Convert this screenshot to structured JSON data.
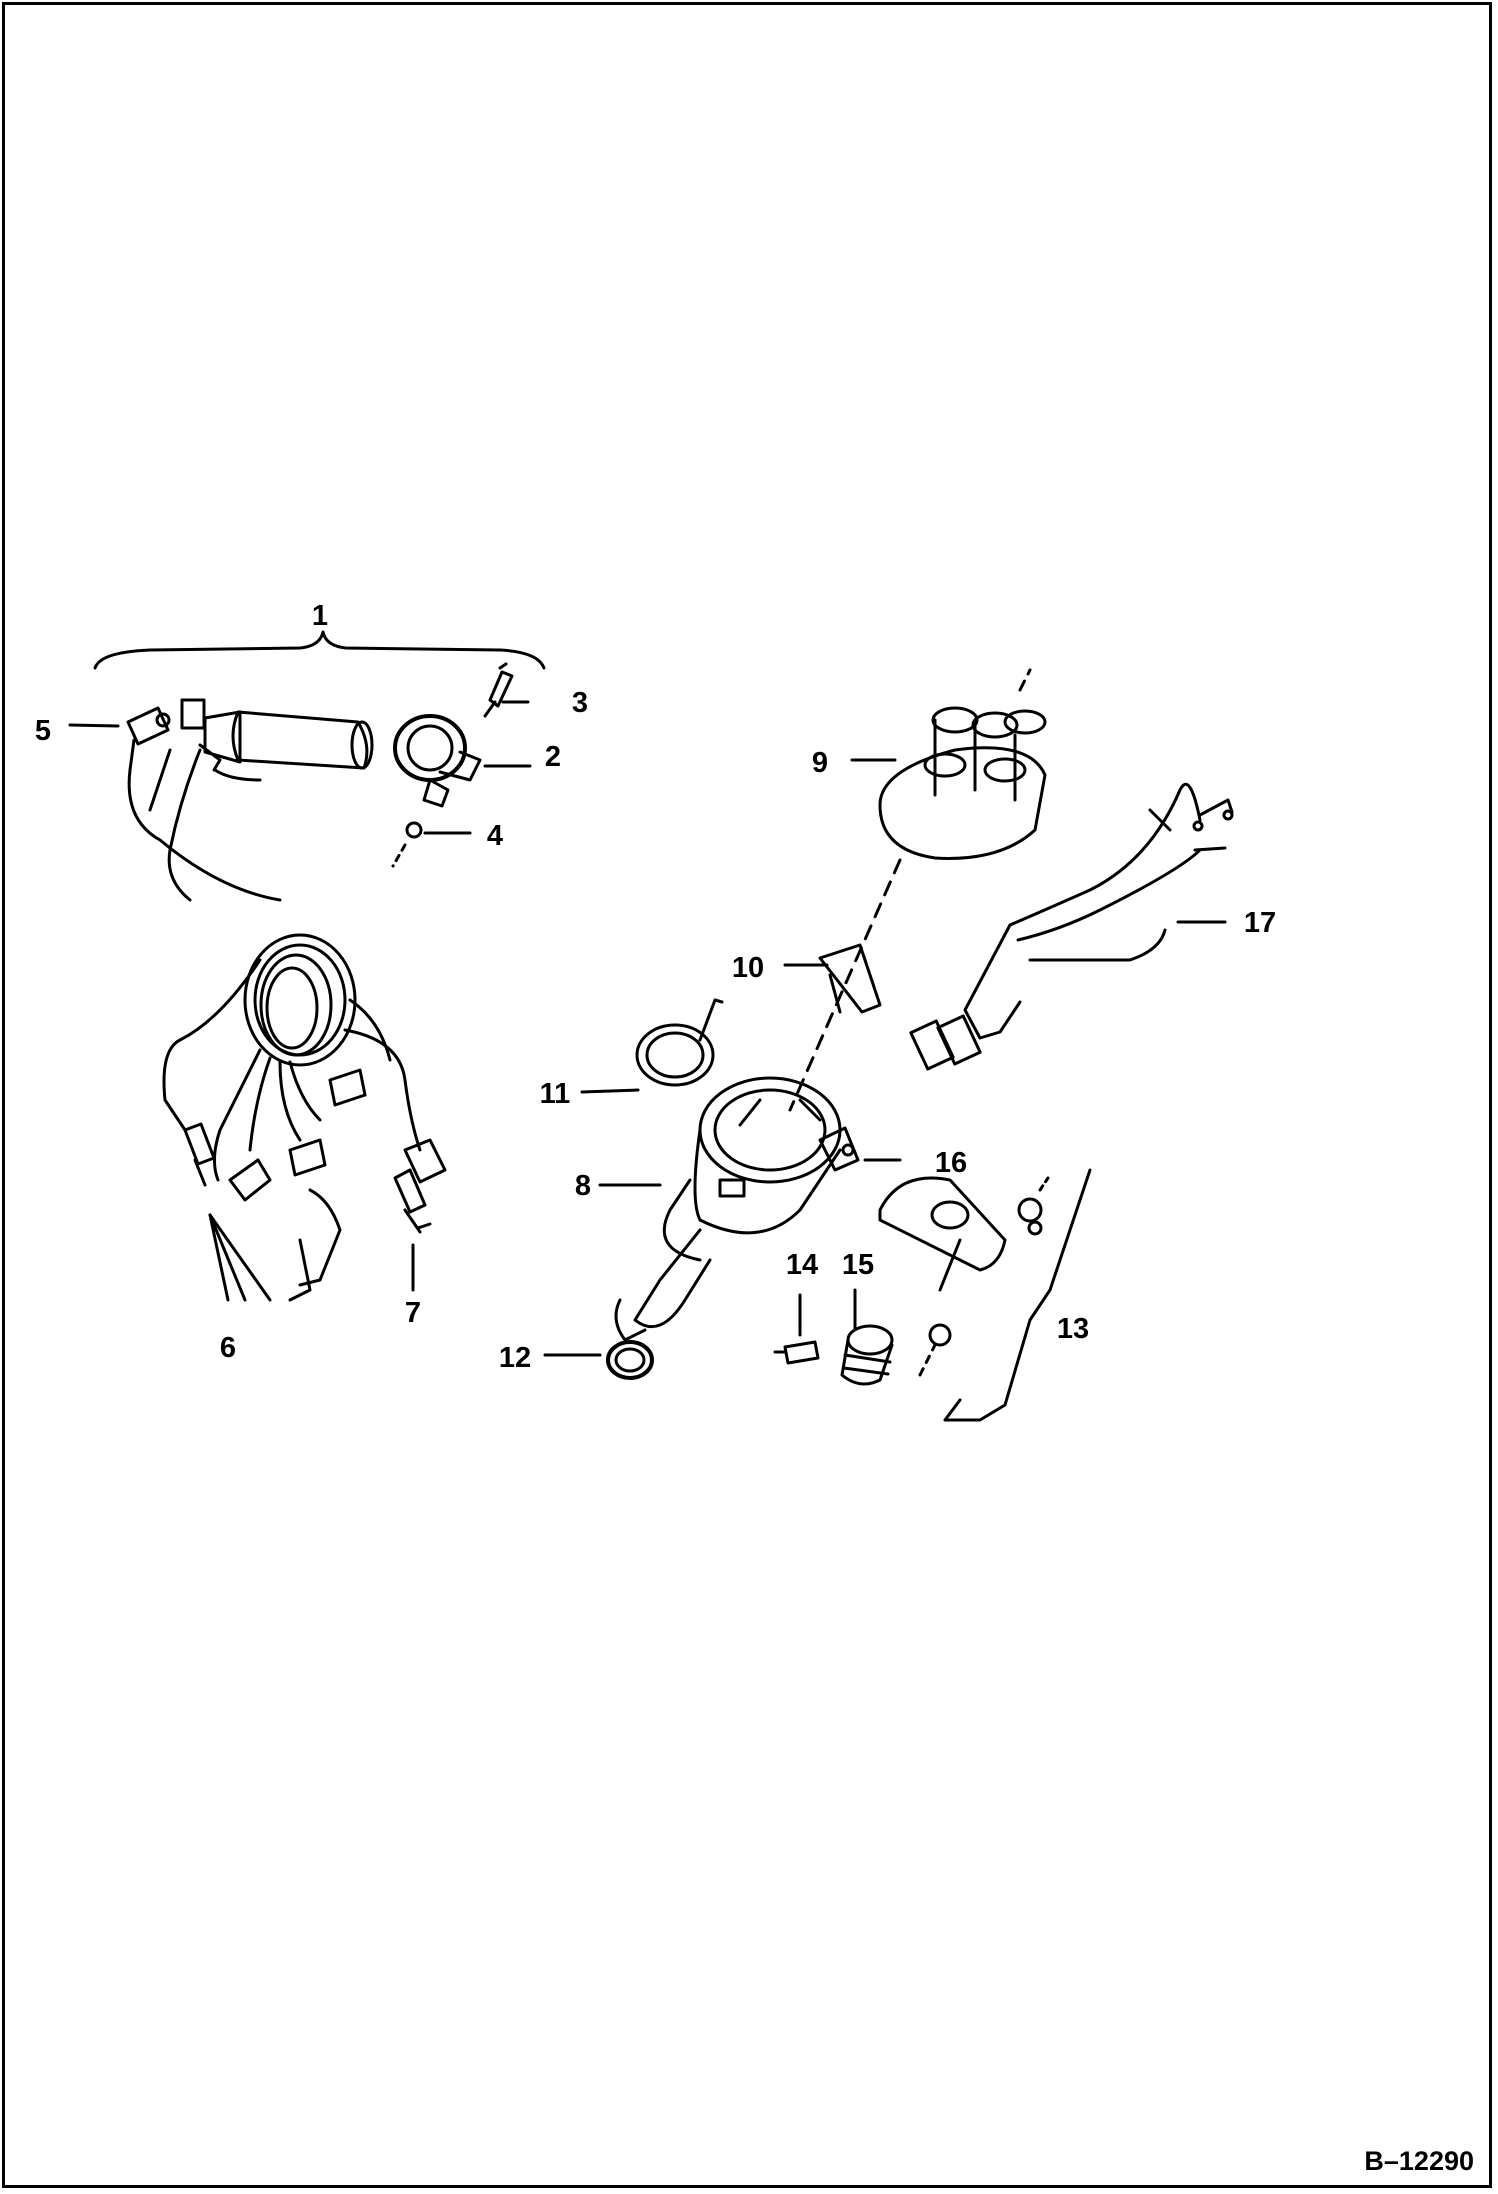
{
  "callouts": {
    "c1": "1",
    "c2": "2",
    "c3": "3",
    "c4": "4",
    "c5": "5",
    "c6": "6",
    "c7": "7",
    "c8": "8",
    "c9": "9",
    "c10": "10",
    "c11": "11",
    "c12": "12",
    "c13": "13",
    "c14": "14",
    "c15": "15",
    "c16": "16",
    "c17": "17"
  },
  "figure_number": "B–12290"
}
